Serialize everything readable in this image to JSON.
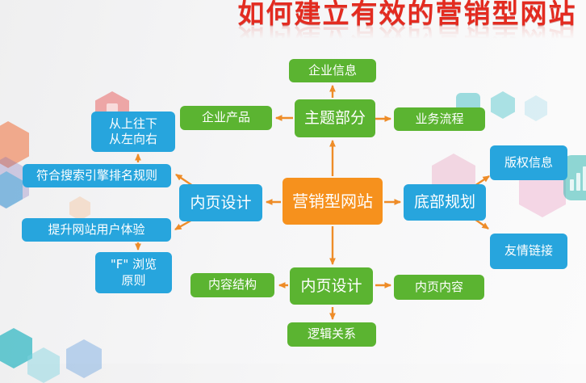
{
  "title": "如何建立有效的营销型网站",
  "colors": {
    "green": "#5bb431",
    "blue": "#27a5dd",
    "orange": "#f6911d",
    "arrow": "#ee8c28",
    "title_red": "#e32b20"
  },
  "nodes": {
    "center": "营销型网站",
    "theme_hub": "主题部分",
    "company_info": "企业信息",
    "company_products": "企业产品",
    "business_process": "业务流程",
    "inner_page_design_left": "内页设计",
    "seo_rule": "符合搜索引擎排名规则",
    "top_down_line1": "从上往下",
    "top_down_line2": "从左向右",
    "user_experience": "提升网站用户体验",
    "f_pattern_line1": "\"F\" 浏览",
    "f_pattern_line2": "原则",
    "footer_plan": "底部规划",
    "copyright_info": "版权信息",
    "friendly_links": "友情链接",
    "inner_page_design_bottom": "内页设计",
    "content_structure": "内容结构",
    "inner_page_content": "内页内容",
    "logic_relation": "逻辑关系"
  }
}
